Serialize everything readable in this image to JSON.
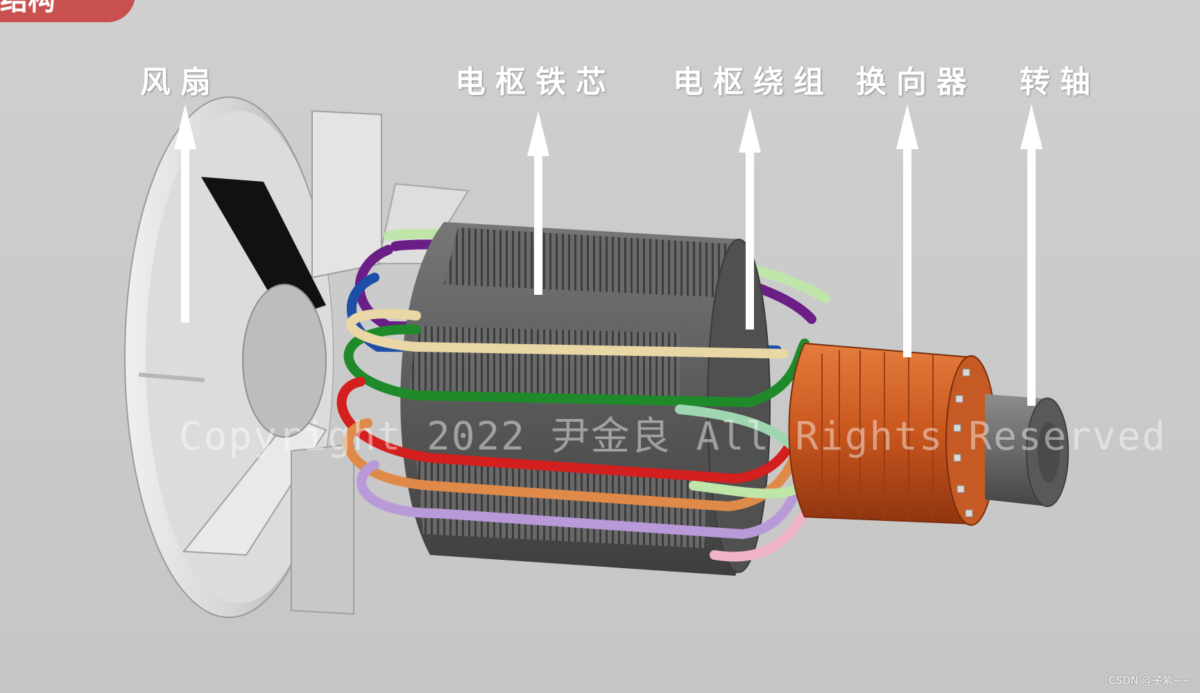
{
  "corner_tab": {
    "text": "结构"
  },
  "labels": {
    "fan": "风扇",
    "armature_core": "电枢铁芯",
    "armature_winding": "电枢绕组",
    "commutator": "换向器",
    "shaft": "转轴"
  },
  "watermark": "Copyright 2022 尹金良 All Rights Reserved",
  "credit": "CSDN @子紫~~",
  "colors": {
    "background": "#cbcbcb",
    "corner_tab": "#c8504f",
    "label": "#ffffff",
    "fan": "#d2d2d2",
    "core": "#5f5f5f",
    "commutator": "#c8561e",
    "shaft": "#6a6a6a"
  },
  "winding_colors": [
    "#1f8a2a",
    "#d41f1f",
    "#e9d7a6",
    "#1d4fa8",
    "#6a1e86",
    "#e08a49",
    "#b89ad8",
    "#9fd6b0",
    "#f0b4c8",
    "#bfe6a8"
  ]
}
